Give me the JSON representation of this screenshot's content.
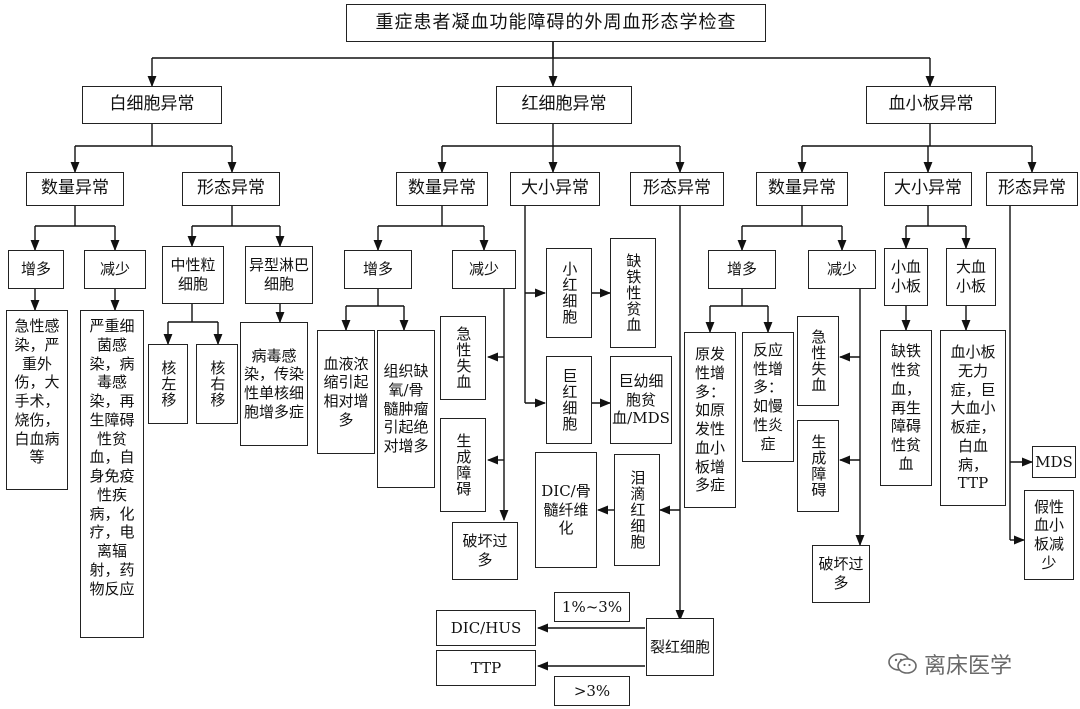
{
  "title": "重症患者凝血功能障碍的外周血形态学检查",
  "wbc": {
    "label": "白细胞异常",
    "count": {
      "label": "数量异常",
      "up": "增多",
      "down": "减少",
      "up_causes": "急性感染，严重外伤，大手术，烧伤，白血病等",
      "down_causes": "严重细菌感染，病毒感染，再生障碍性贫血，自身免疫性疾病，化疗，电离辐射，药物反应"
    },
    "morph": {
      "label": "形态异常",
      "neut": "中性粒细胞",
      "atyp": "异型淋巴细胞",
      "left": "核左移",
      "right": "核右移",
      "atyp_causes": "病毒感染，传染性单核细胞增多症"
    }
  },
  "rbc": {
    "label": "红细胞异常",
    "count": {
      "label": "数量异常",
      "up": "增多",
      "down": "减少",
      "up1": "血液浓缩引起相对增多",
      "up2": "组织缺氧/骨髓肿瘤引起绝对增多",
      "down1": "急性失血",
      "down2": "生成障碍",
      "down3": "破坏过多"
    },
    "size": {
      "label": "大小异常",
      "small": "小红细胞",
      "small_cause": "缺铁性贫血",
      "large": "巨红细胞",
      "large_cause": "巨幼细胞贫血/MDS"
    },
    "morph": {
      "label": "形态异常",
      "tear": "泪滴红细胞",
      "tear_cause": "DIC/骨髓纤维化",
      "schisto": "裂红细胞",
      "pct_low": "1%~3%",
      "pct_high": ">3%",
      "dic": "DIC/HUS",
      "ttp": "TTP"
    }
  },
  "plt": {
    "label": "血小板异常",
    "count": {
      "label": "数量异常",
      "up": "增多",
      "down": "减少",
      "up1": "原发性增多：如原发性血小板增多症",
      "up2": "反应性增多：如慢性炎症",
      "down1": "急性失血",
      "down2": "生成障碍",
      "down3": "破坏过多"
    },
    "size": {
      "label": "大小异常",
      "small": "小血小板",
      "large": "大血小板",
      "small_cause": "缺铁性贫血，再生障碍性贫血",
      "large_cause": "血小板无力症，巨大血小板症，白血病，TTP"
    },
    "morph": {
      "label": "形态异常",
      "mds": "MDS",
      "pseudo": "假性血小板减少"
    }
  },
  "watermark": "离床医学"
}
